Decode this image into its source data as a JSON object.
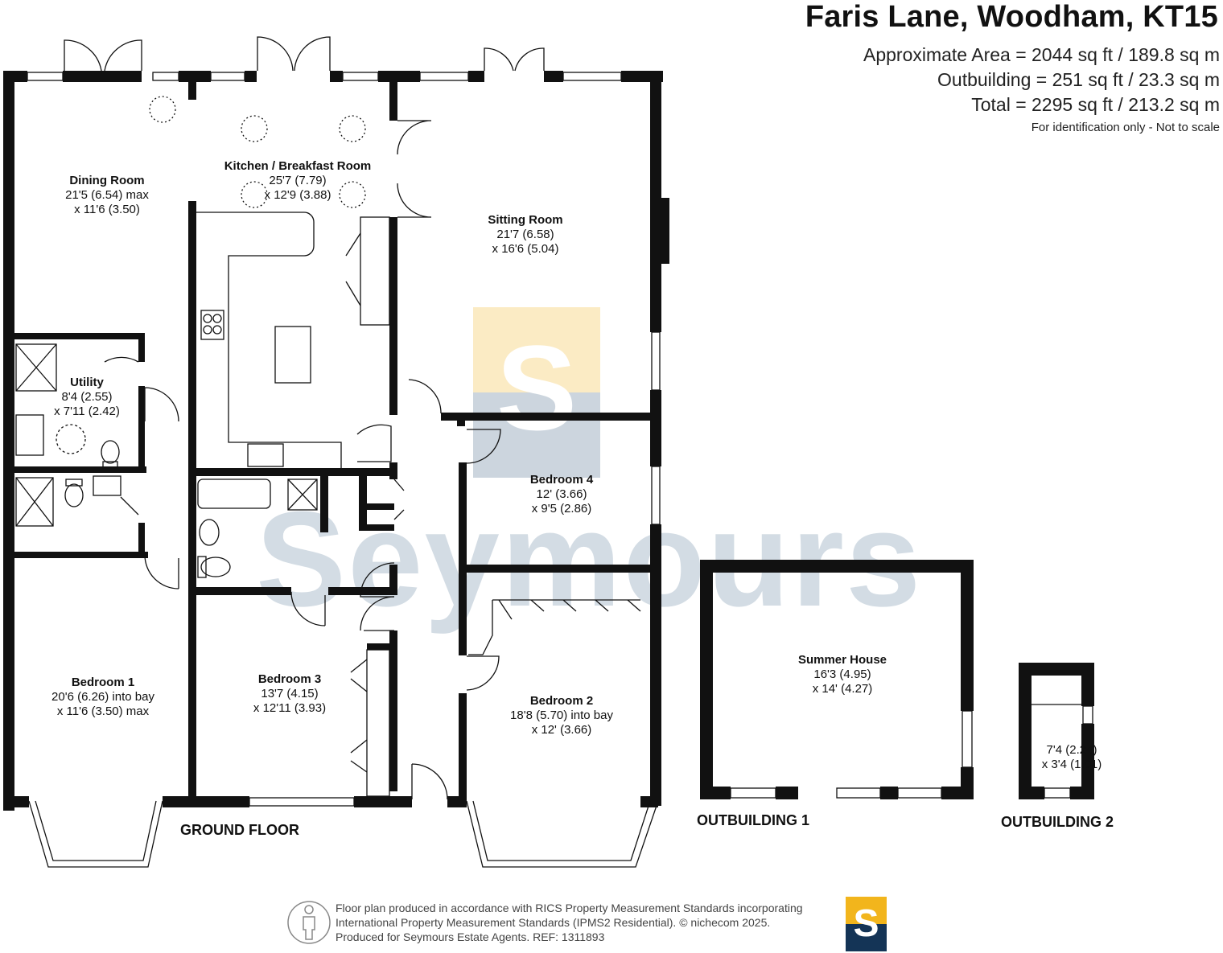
{
  "header": {
    "title": "Faris Lane, Woodham, KT15",
    "area_main": "Approximate Area = 2044 sq ft / 189.8 sq m",
    "area_outbuilding": "Outbuilding = 251 sq ft / 23.3 sq m",
    "area_total": "Total = 2295 sq ft / 213.2 sq m",
    "disclaimer": "For identification only - Not to scale"
  },
  "rooms": {
    "dining": {
      "name": "Dining Room",
      "dim1": "21'5 (6.54) max",
      "dim2": "x 11'6 (3.50)"
    },
    "kitchen": {
      "name": "Kitchen / Breakfast Room",
      "dim1": "25'7 (7.79)",
      "dim2": "x 12'9 (3.88)"
    },
    "sitting": {
      "name": "Sitting Room",
      "dim1": "21'7 (6.58)",
      "dim2": "x 16'6 (5.04)"
    },
    "utility": {
      "name": "Utility",
      "dim1": "8'4 (2.55)",
      "dim2": "x 7'11 (2.42)"
    },
    "bedroom4": {
      "name": "Bedroom 4",
      "dim1": "12' (3.66)",
      "dim2": "x 9'5 (2.86)"
    },
    "bedroom1": {
      "name": "Bedroom 1",
      "dim1": "20'6 (6.26) into bay",
      "dim2": "x 11'6 (3.50) max"
    },
    "bedroom3": {
      "name": "Bedroom 3",
      "dim1": "13'7 (4.15)",
      "dim2": "x 12'11 (3.93)"
    },
    "bedroom2": {
      "name": "Bedroom 2",
      "dim1": "18'8 (5.70) into bay",
      "dim2": "x 12' (3.66)"
    },
    "summer": {
      "name": "Summer House",
      "dim1": "16'3 (4.95)",
      "dim2": "x 14' (4.27)"
    },
    "outbuilding2_room": {
      "dim1": "7'4 (2.24)",
      "dim2": "x 3'4 (1.01)"
    }
  },
  "labels": {
    "ground_floor": "GROUND FLOOR",
    "outbuilding1": "OUTBUILDING 1",
    "outbuilding2": "OUTBUILDING 2"
  },
  "footer": {
    "line1": "Floor plan produced in accordance with RICS Property Measurement Standards incorporating",
    "line2": "International Property Measurement Standards (IPMS2 Residential).   © nichecom 2025.",
    "line3": "Produced for Seymours Estate Agents.   REF:  1311893"
  },
  "watermark": {
    "logo_letter": "S",
    "brand": "Seymours"
  },
  "colors": {
    "wall": "#111111",
    "logo_gold": "#f2b51c",
    "logo_navy": "#143456"
  }
}
